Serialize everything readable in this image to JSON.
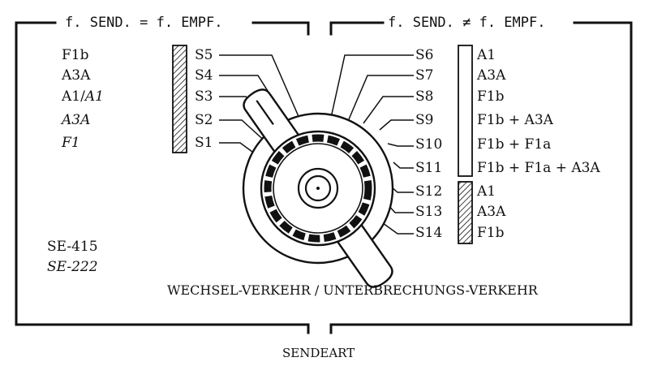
{
  "header": {
    "left": "f. SEND. = f. EMPF.",
    "right": "f. SEND. ≠ f. EMPF."
  },
  "left_modes": [
    {
      "text": "F1b",
      "italic": false
    },
    {
      "text": "A3A",
      "italic": false
    },
    {
      "text": "A1/",
      "italic": false,
      "suffix": "A1"
    },
    {
      "text": "A3A",
      "italic": true
    },
    {
      "text": "F1",
      "italic": true
    }
  ],
  "positions_left": [
    "S5",
    "S4",
    "S3",
    "S2",
    "S1"
  ],
  "positions_right": [
    "S6",
    "S7",
    "S8",
    "S9",
    "S10",
    "S11",
    "S12",
    "S13",
    "S14"
  ],
  "right_modes_top": [
    "A1",
    "A3A",
    "F1b",
    "F1b + A3A",
    "F1b + F1a",
    "F1b + F1a + A3A"
  ],
  "right_modes_bottom": [
    "A1",
    "A3A",
    "F1b"
  ],
  "models": [
    "SE-415",
    "SE-222"
  ],
  "bottom_label": "WECHSEL-VERKEHR / UNTERBRECHUNGS-VERKEHR",
  "caption": "SENDEART"
}
